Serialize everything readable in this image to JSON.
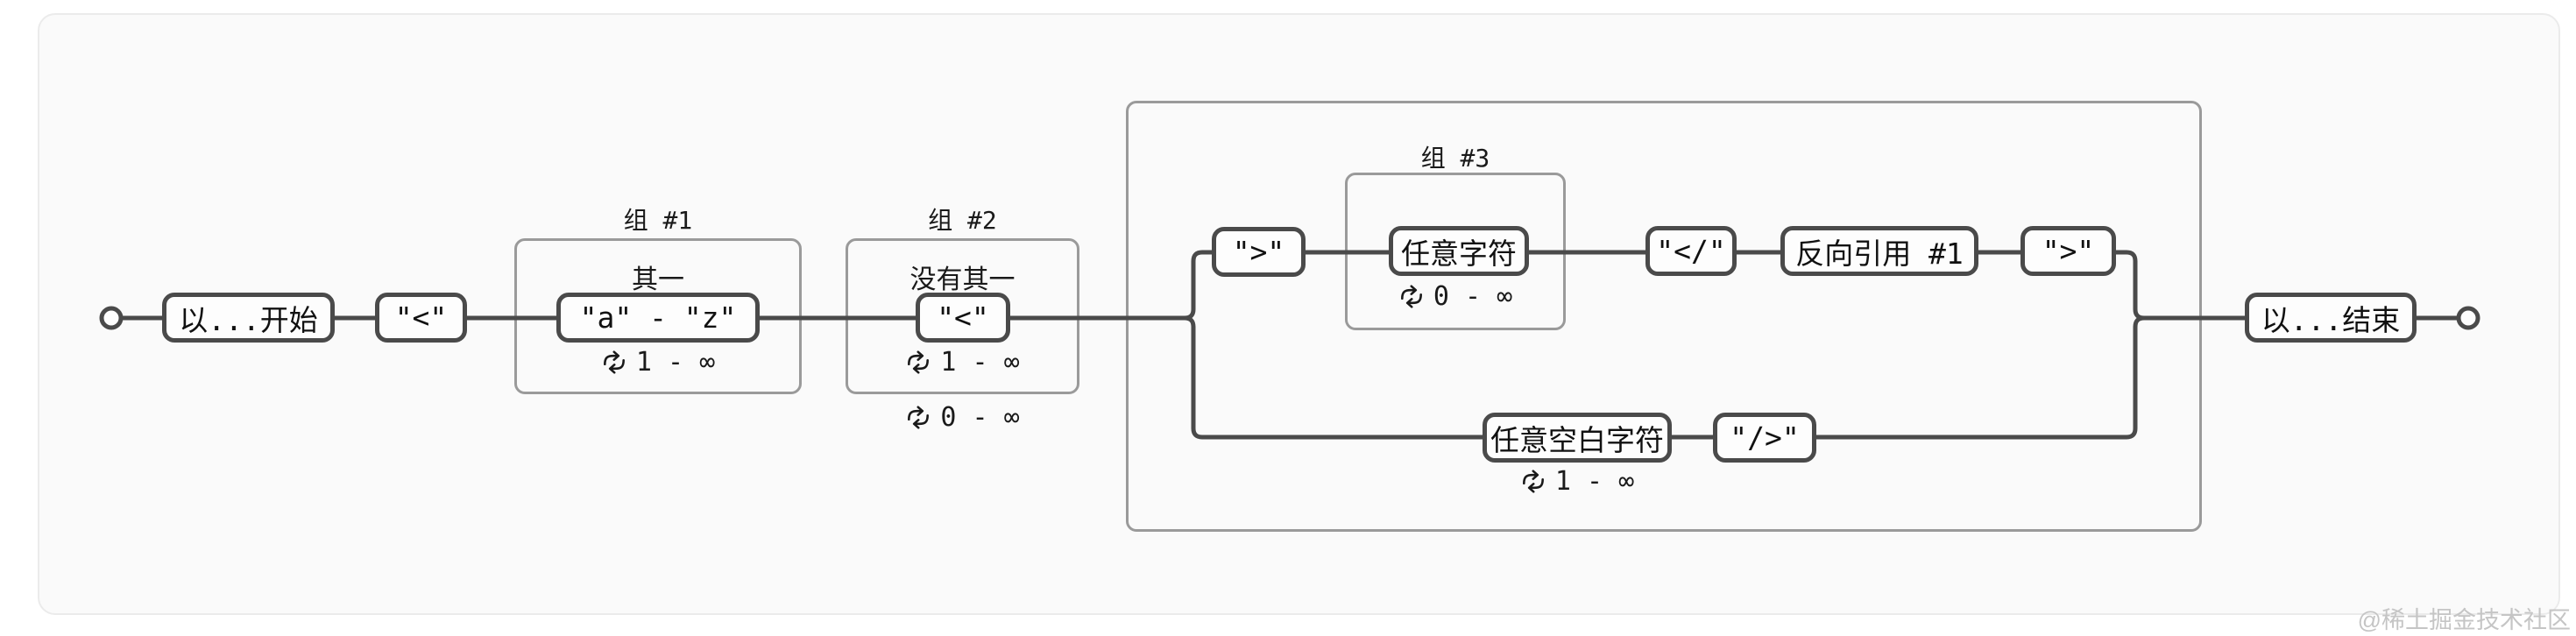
{
  "diagram": {
    "start_label": "以...开始",
    "end_label": "以...结束",
    "literal_lt": "\"<\"",
    "literal_gt": "\">\"",
    "literal_close_open": "\"</\"",
    "literal_gt_2": "\">\"",
    "literal_self_close": "\"/>\"",
    "group1": {
      "title": "组 #1",
      "subtitle": "其一",
      "range": "\"a\" - \"z\"",
      "repeat": "1 - ∞"
    },
    "group2": {
      "title": "组 #2",
      "subtitle": "没有其一",
      "literal": "\"<\"",
      "repeat": "1 - ∞",
      "outer_repeat": "0 - ∞"
    },
    "group3": {
      "title": "组 #3",
      "any_char": "任意字符",
      "repeat": "0 - ∞"
    },
    "backref": "反向引用 #1",
    "whitespace": {
      "label": "任意空白字符",
      "repeat": "1 - ∞"
    }
  },
  "icons": {
    "repeat_icon": "loop-arrows"
  },
  "colors": {
    "line": "#4a4a4a",
    "node_border": "#4a4a4a",
    "node_bg": "#fdfdfd",
    "group_border": "#9a9a9a",
    "canvas_bg": "#fafafa",
    "page_bg": "#ffffff",
    "card_border": "#ebebeb",
    "text": "#111111",
    "watermark": "#c5c5c5"
  },
  "watermark": "@稀土掘金技术社区"
}
